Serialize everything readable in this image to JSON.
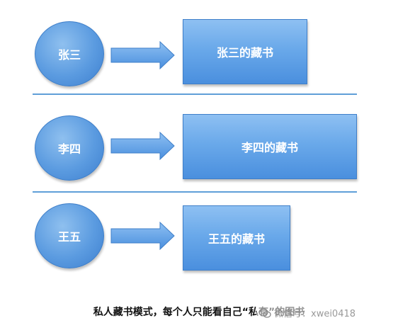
{
  "rows": [
    {
      "person": "张三",
      "collection": "张三的藏书"
    },
    {
      "person": "李四",
      "collection": "李四的藏书"
    },
    {
      "person": "王五",
      "collection": "王五的藏书"
    }
  ],
  "caption": "私人藏书模式，每个人只能看自己“私有”的图书",
  "watermark": {
    "icon": "wechat-icon",
    "text": "微信号：xwei0418"
  },
  "colors": {
    "shape_fill": "#5b9be0",
    "shape_border": "#3f7fc9",
    "divider": "#5f9fd8",
    "text_light": "#ffffff"
  }
}
